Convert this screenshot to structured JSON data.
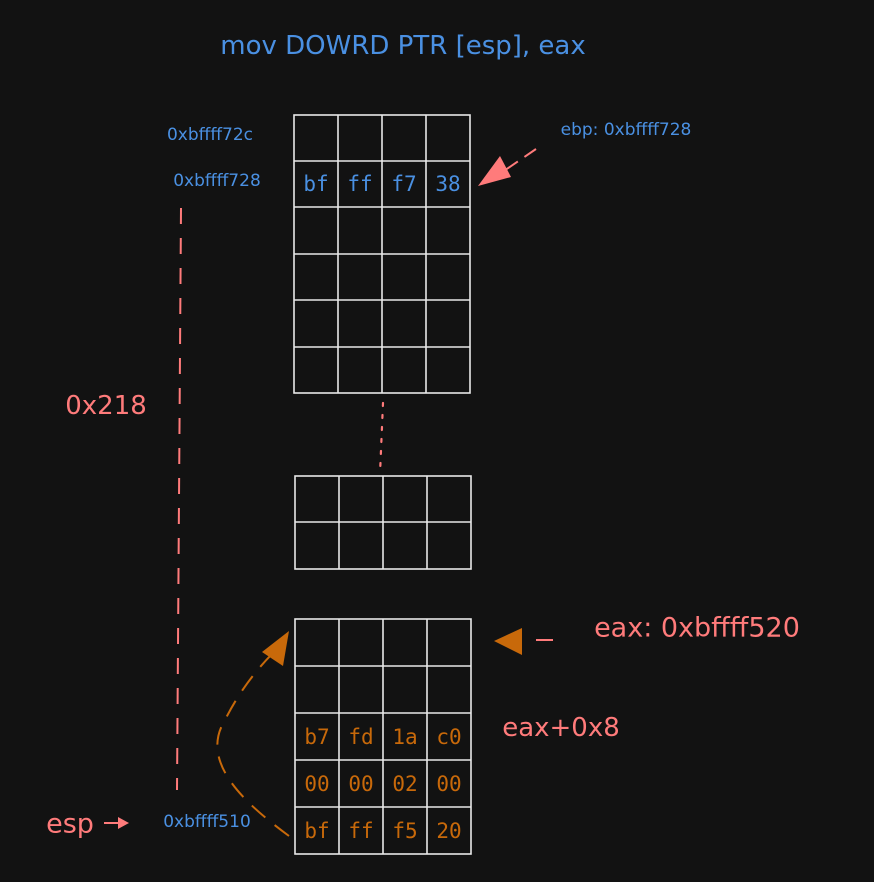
{
  "title": "mov DOWRD PTR [esp], eax",
  "colors": {
    "background": "#121212",
    "blue": "#4a90e2",
    "red": "#ff7b7b",
    "orange": "#c8690a",
    "grid": "#e8e8e8"
  },
  "top_block": {
    "addr_upper": "0xbffff72c",
    "addr_lower": "0xbffff728",
    "ebp_label": "ebp: 0xbffff728",
    "ebp_bytes": [
      "bf",
      "ff",
      "f7",
      "38"
    ]
  },
  "distance_label": "0x218",
  "bottom_block": {
    "eax_label": "eax: 0xbffff520",
    "eax8_label": "eax+0x8",
    "esp_label": "esp",
    "esp_addr": "0xbffff510",
    "row_eax8": [
      "b7",
      "fd",
      "1a",
      "c0"
    ],
    "row_mid": [
      "00",
      "00",
      "02",
      "00"
    ],
    "row_esp": [
      "bf",
      "ff",
      "f5",
      "20"
    ]
  }
}
